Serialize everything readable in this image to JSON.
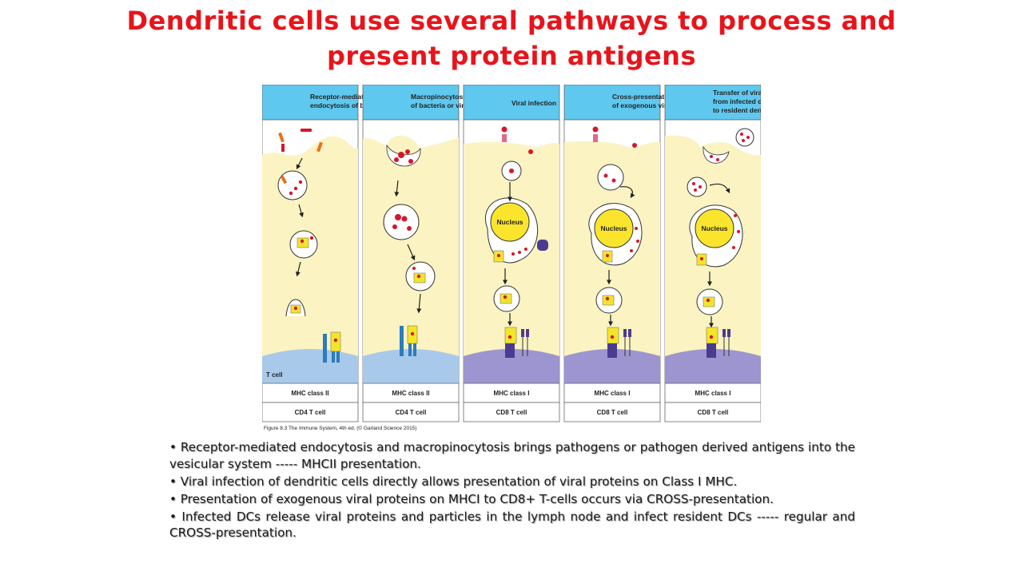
{
  "title": "Dendritic cells use several pathways to process and present protein antigens",
  "figure": {
    "panels": [
      {
        "title": [
          "Receptor-mediated",
          "endocytosis of bacteria"
        ],
        "mhc": "MHC class II",
        "tcell": "CD4 T cell"
      },
      {
        "title": [
          "Macropinocytosis",
          "of bacteria or viruses"
        ],
        "mhc": "MHC class II",
        "tcell": "CD4 T cell"
      },
      {
        "title": [
          "Viral infection"
        ],
        "mhc": "MHC class I",
        "tcell": "CD8 T cell"
      },
      {
        "title": [
          "Cross-presentation",
          "of exogenous viral antigens"
        ],
        "mhc": "MHC class I",
        "tcell": "CD8 T cell"
      },
      {
        "title": [
          "Transfer of viral antigens",
          "from infected dendritic cell",
          "to resident dendritic cell"
        ],
        "mhc": "MHC class I",
        "tcell": "CD8 T cell"
      }
    ],
    "nucleus_label": "Nucleus",
    "t_cell_label": "T cell",
    "caption": "Figure 8.3 The Immune System, 4th ed. (© Garland Science 2015)",
    "colors": {
      "header": "#5ec8ef",
      "cytoplasm": "#fbf3c1",
      "tcell_class2": "#a9c9ea",
      "tcell_class1": "#9c95cf",
      "antigen": "#d4172b",
      "mhc": "#f5e52a",
      "nucleus": "#fae52c"
    }
  },
  "bullets": [
    "• Receptor-mediated endocytosis and macropinocytosis brings pathogens or pathogen derived antigens into the vesicular system ----- MHCII presentation.",
    "• Viral infection of dendritic cells directly allows presentation of viral proteins on Class I MHC.",
    "• Presentation of exogenous viral proteins on MHCI to CD8+ T-cells occurs via CROSS-presentation.",
    "• Infected DCs release viral proteins and particles in the lymph node and infect resident DCs ----- regular and CROSS-presentation."
  ]
}
